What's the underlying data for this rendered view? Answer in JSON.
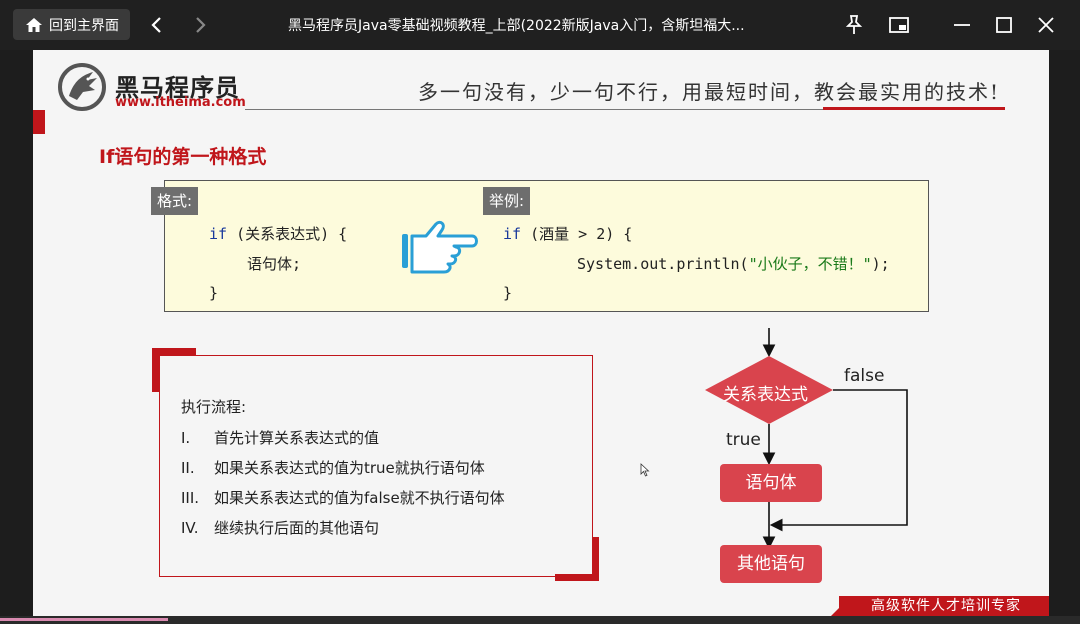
{
  "window": {
    "home_label": "回到主界面",
    "title": "黑马程序员Java零基础视频教程_上部(2022新版Java入门，含斯坦福大..."
  },
  "slide": {
    "logo_name": "黑马程序员",
    "logo_url": "www.itheima.com",
    "slogan": "多一句没有，少一句不行，用最短时间，教会最实用的技术!",
    "heading": "If语句的第一种格式",
    "format_tag": "格式:",
    "example_tag": "举例:",
    "format_code": {
      "kw": "if",
      "line1_rest": " (关系表达式) {",
      "line2": "语句体;",
      "line3": "}"
    },
    "example_code": {
      "kw": "if",
      "line1_rest": " (酒量 > 2) {",
      "line2_pre": "System.out.println(",
      "line2_str": "\"小伙子，不错！\"",
      "line2_post": ");",
      "line3": "}"
    },
    "flow_title": "执行流程:",
    "steps": [
      {
        "num": "I.",
        "text": "首先计算关系表达式的值"
      },
      {
        "num": "II.",
        "text": "如果关系表达式的值为true就执行语句体"
      },
      {
        "num": "III.",
        "text": "如果关系表达式的值为false就不执行语句体"
      },
      {
        "num": "IV.",
        "text": "继续执行后面的其他语句"
      }
    ],
    "flowchart": {
      "condition": "关系表达式",
      "false_label": "false",
      "true_label": "true",
      "body": "语句体",
      "other": "其他语句"
    },
    "footer": "高级软件人才培训专家",
    "colors": {
      "brand_red": "#c0161b",
      "flow_red": "#d9444d",
      "code_bg": "#fdfbdc"
    }
  }
}
